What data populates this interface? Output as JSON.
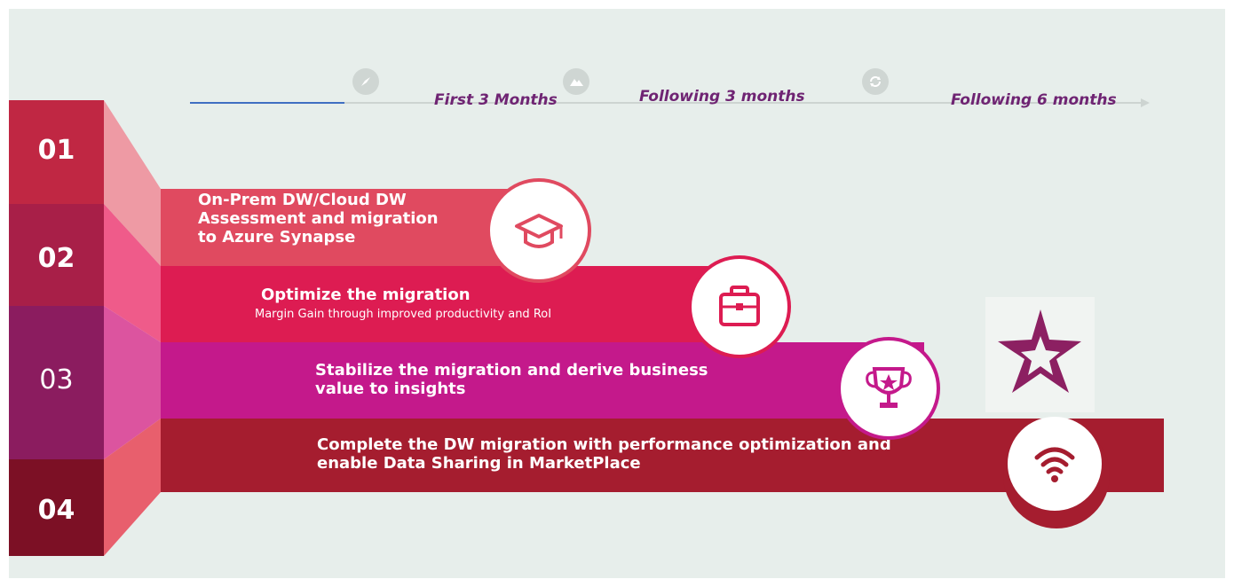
{
  "timeline": {
    "labels": [
      "First 3 Months",
      "Following 3 months",
      "Following 6 months"
    ],
    "icons": [
      "compass-icon",
      "mountain-icon",
      "refresh-icon"
    ]
  },
  "steps": [
    {
      "number": "01",
      "color": "#c02743",
      "band_color": "#e04a60",
      "lines": [
        "On-Prem DW/Cloud DW",
        "Assessment and migration",
        "to Azure Synapse"
      ],
      "icon": "graduation-cap-icon"
    },
    {
      "number": "02",
      "color": "#a81f48",
      "band_color": "#dd1c52",
      "title": "Optimize the migration",
      "subtitle": "Margin Gain through improved productivity and RoI",
      "icon": "briefcase-icon"
    },
    {
      "number": "03",
      "color": "#8b1c5f",
      "band_color": "#c4198b",
      "lines": [
        "Stabilize the migration and derive business",
        "value to insights"
      ],
      "icon": "trophy-icon"
    },
    {
      "number": "04",
      "color": "#7c1025",
      "band_color": "#a51d2f",
      "lines": [
        "Complete the DW migration with performance optimization and",
        "enable Data Sharing in MarketPlace"
      ],
      "icon": "wifi-icon"
    }
  ],
  "logo": {
    "name": "star-logo",
    "color": "#8c2062"
  }
}
